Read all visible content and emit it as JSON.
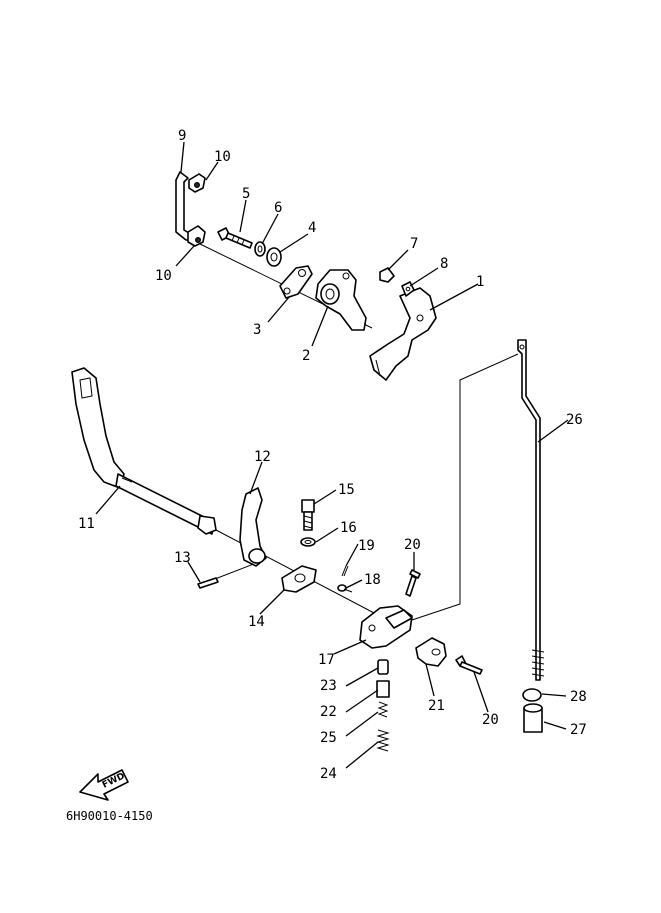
{
  "diagram": {
    "part_numbers": {
      "p1": "1",
      "p2": "2",
      "p3": "3",
      "p4": "4",
      "p5": "5",
      "p6": "6",
      "p7": "7",
      "p8": "8",
      "p9": "9",
      "p10a": "10",
      "p10b": "10",
      "p11": "11",
      "p12": "12",
      "p13": "13",
      "p14": "14",
      "p15": "15",
      "p16": "16",
      "p17": "17",
      "p18": "18",
      "p19": "19",
      "p20a": "20",
      "p20b": "20",
      "p21": "21",
      "p22": "22",
      "p23": "23",
      "p24": "24",
      "p25": "25",
      "p26": "26",
      "p27": "27",
      "p28": "28"
    },
    "fwd_label": "FWD",
    "drawing_code": "6H90010-4150"
  }
}
